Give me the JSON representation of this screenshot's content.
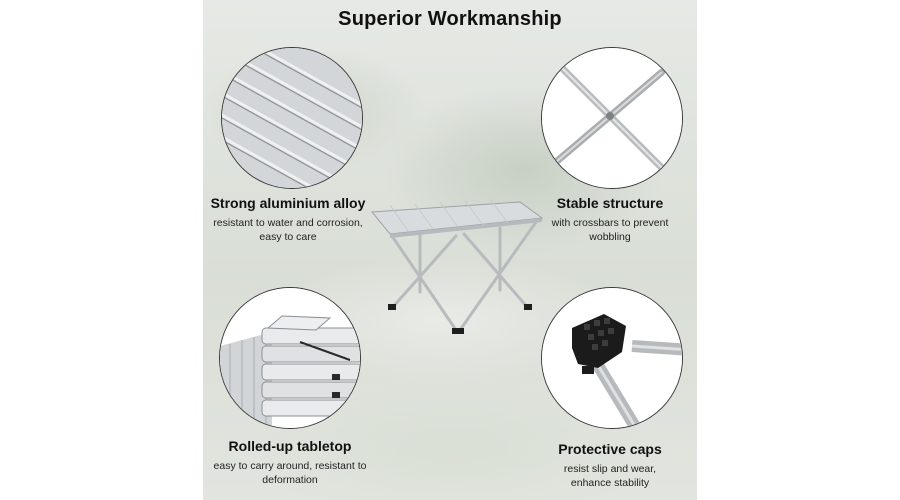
{
  "header": {
    "title": "Superior Workmanship"
  },
  "features": {
    "alloy": {
      "title": "Strong aluminium alloy",
      "description": "resistant to water and corrosion, easy to care"
    },
    "structure": {
      "title": "Stable structure",
      "description": "with crossbars to prevent wobbling"
    },
    "tabletop": {
      "title": "Rolled-up tabletop",
      "description": "easy to carry around, resistant to deformation"
    },
    "caps": {
      "title": "Protective caps",
      "description": "resist slip and wear, enhance stability"
    }
  },
  "colors": {
    "aluminium": "#c9ccce",
    "cap": "#1b1b1b",
    "title_text": "#111111"
  }
}
